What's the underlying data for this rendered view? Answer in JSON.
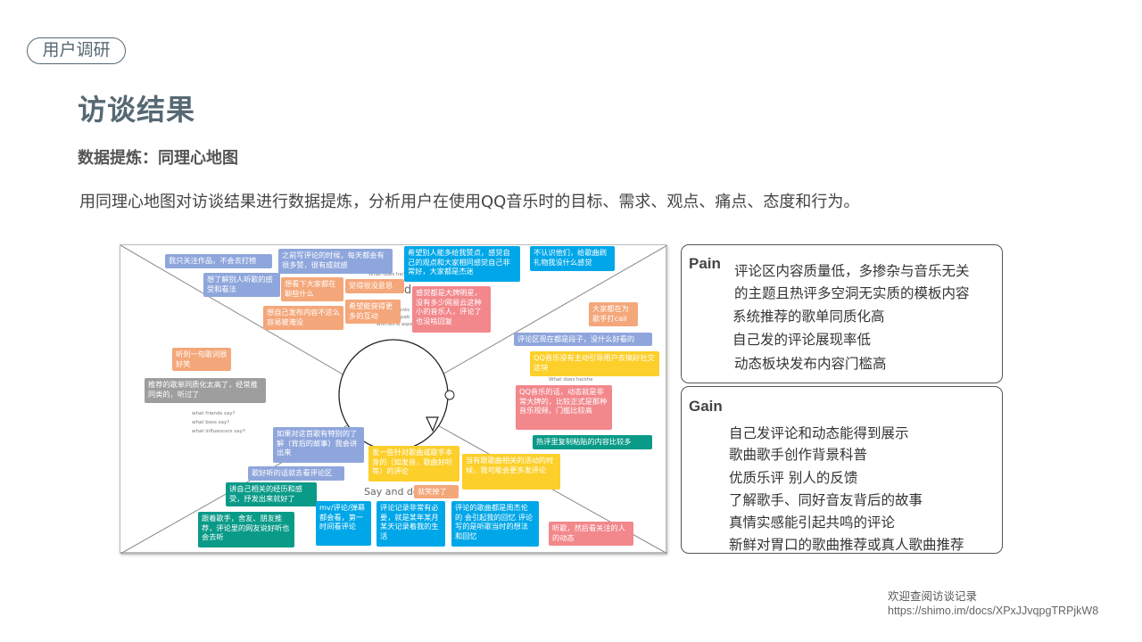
{
  "header": {
    "section_tag": "用户调研",
    "title": "访谈结果",
    "subtitle": "数据提炼：同理心地图",
    "description": "用同理心地图对访谈结果进行数据提炼，分析用户在使用QQ音乐时的目标、需求、观点、痛点、态度和行为。"
  },
  "map": {
    "notes": {
      "n1": "我只关注作品，不会去打榜",
      "n2": "想了解别人听歌的感受和看法",
      "n3": "之前写评论的时候，每天都会有很多赞，很有成就感",
      "n4": "想看下大家都在聊些什么",
      "n5": "觉得很没意思",
      "n6": "想自己发布内容不这么容易被淹没",
      "n7": "希望能获得更多的互动",
      "n8": "希望别人能多给我赞点，感觉自己的观点和大家相同感觉自己非常好，大家都是杰迷",
      "n9": "感觉都是大牌明星，没有多少网易云这种小的音乐人，评论了也没啥回复",
      "n10": "不认识他们，给歌曲刷礼物我没什么感觉",
      "n11": "大家都在为歌手打call",
      "n12": "评论区现在都是段子，没什么好看的",
      "n13": "QQ音乐没有主动引导用户去搞好社交这块",
      "n14": "QQ音乐的话，动态就是非常大牌的，比较正式是那种音乐视频，门槛比较高",
      "n15": "热评里复制粘贴的内容比较多",
      "n16": "听到一句歌词很好笑",
      "n17": "推荐的歌单同质化太高了，经常推同类的，听过了",
      "n18": "如果对这首歌有特别的了解（背后的故事）我会讲出来",
      "n19": "歌好听的话就去看评论区",
      "n20": "讲自己相关的经历和感受，抒发出来就好了",
      "n21": "跟着歌手，舍友、朋友推荐，评论里的网友说好听也会去听",
      "n22": "发一些针对歌曲或歌手本身的（如发音，歌曲好听等）的评论",
      "n23": "当有跟歌曲相关的活动的时候，我可能会更多发评论",
      "n24": "就笑掉了",
      "n25": "mv/评论/弹幕都会看，第一时间看评论",
      "n26": "评论记录非常有必要，就是某年某月某天记录着我的生活",
      "n27": "评论的歌曲都是周杰伦的 会引起我的回忆 评论写的是听歌当时的想法和回忆",
      "n28": "听歌，然后看关注的人的动态"
    },
    "hints": {
      "h1": "What does he/s",
      "h2": "d",
      "h3": "unts",
      "h4": "pati",
      "h5": "worries & aspiratio",
      "h6": "What does he/she",
      "h7": "what friends say?",
      "h8": "what boss say?",
      "h9": "what influencers say?",
      "h10": "Say and do"
    }
  },
  "pain": {
    "label": "Pain",
    "items": [
      "评论区内容质量低，多掺杂与音乐无关",
      "的主题且热评多空洞无实质的模板内容",
      "系统推荐的歌单同质化高",
      "自己发的评论展现率低",
      "动态板块发布内容门槛高"
    ]
  },
  "gain": {
    "label": "Gain",
    "items": [
      "自己发评论和动态能得到展示",
      "歌曲歌手创作背景科普",
      "优质乐评  别人的反馈",
      "了解歌手、同好音友背后的故事",
      "真情实感能引起共鸣的评论",
      "新鲜对胃口的歌曲推荐或真人歌曲推荐"
    ]
  },
  "footer": {
    "line1": "欢迎查阅访谈记录",
    "line2": "https://shimo.im/docs/XPxJJvqpgTRPjkW8"
  }
}
